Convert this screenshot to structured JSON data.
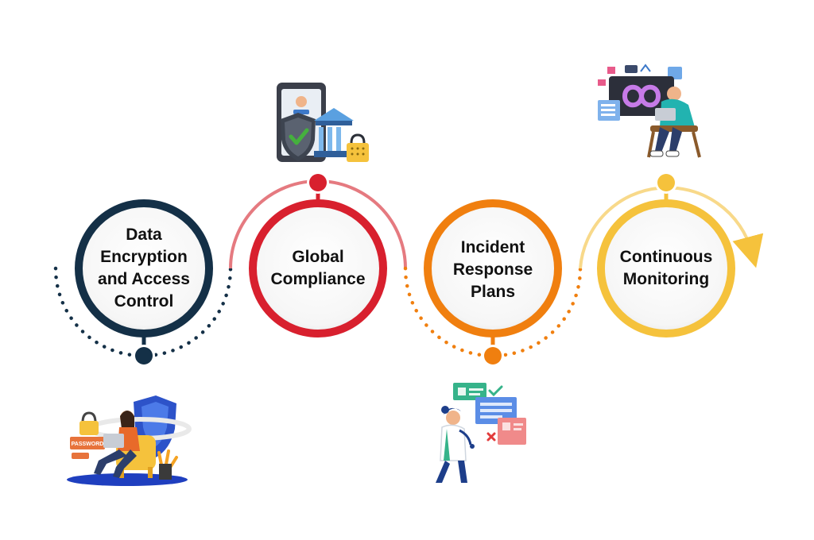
{
  "steps": [
    {
      "label": "Data\nEncryption\nand Access\nControl",
      "color": "#143047"
    },
    {
      "label": "Global\nCompliance",
      "color": "#d8202e"
    },
    {
      "label": "Incident\nResponse\nPlans",
      "color": "#f07f0f"
    },
    {
      "label": "Continuous\nMonitoring",
      "color": "#f5c23c"
    }
  ],
  "illustrations": {
    "step1": {
      "icon": "person-with-laptop-password-lock-icon",
      "text": "PASSWORD"
    },
    "step2": {
      "icon": "tablet-shield-bank-lock-icon"
    },
    "step3": {
      "icon": "person-with-incident-documents-icon"
    },
    "step4": {
      "icon": "developer-devops-infinity-icon"
    }
  },
  "colors": {
    "navy": "#143047",
    "red": "#d8202e",
    "orange": "#f07f0f",
    "yellow": "#f5c23c",
    "pale_red": "#e57a80",
    "pale_yellow": "#f8d98a"
  }
}
